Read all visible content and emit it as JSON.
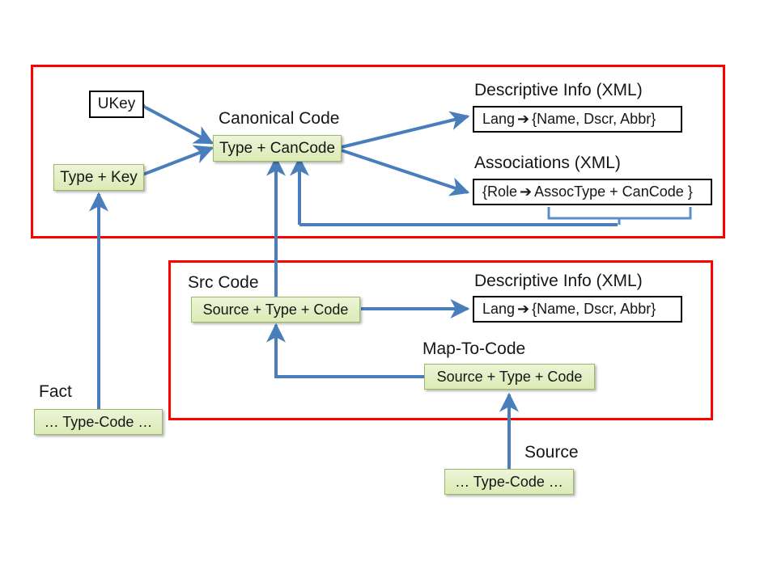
{
  "diagram": {
    "title_hidden": "Canonical code mapping diagram",
    "colors": {
      "panel_border": "#FF0000",
      "node_fill": "#e2efc4",
      "node_border": "#9cb96a",
      "connector": "#4a7ebb",
      "box_border": "#000000",
      "text": "#161616"
    }
  },
  "panels": {
    "canonical": {
      "name": "canonical-panel"
    },
    "source": {
      "name": "source-panel"
    }
  },
  "captions": {
    "canonical_code": "Canonical Code",
    "descriptive_info_top": "Descriptive Info (XML)",
    "associations": "Associations (XML)",
    "src_code": "Src Code",
    "descriptive_info_mid": "Descriptive Info (XML)",
    "map_to_code": "Map-To-Code",
    "fact": "Fact",
    "source": "Source"
  },
  "nodes": {
    "ukey": "UKey",
    "type_key": "Type + Key",
    "type_cancode": "Type + CanCode",
    "fact_typecode": "…  Type-Code  …",
    "src_source_type_code": "Source + Type + Code",
    "map_source_type_code": "Source + Type + Code",
    "source_typecode": "…  Type-Code  …"
  },
  "xml_boxes": {
    "desc_top_prefix": "Lang",
    "desc_top_arrow": "➔",
    "desc_top_suffix": "{Name, Dscr,  Abbr}",
    "assoc_prefix": "{Role",
    "assoc_arrow": "➔",
    "assoc_suffix": "AssocType + CanCode }",
    "desc_mid_prefix": "Lang",
    "desc_mid_arrow": "➔",
    "desc_mid_suffix": "{Name, Dscr,  Abbr}"
  }
}
